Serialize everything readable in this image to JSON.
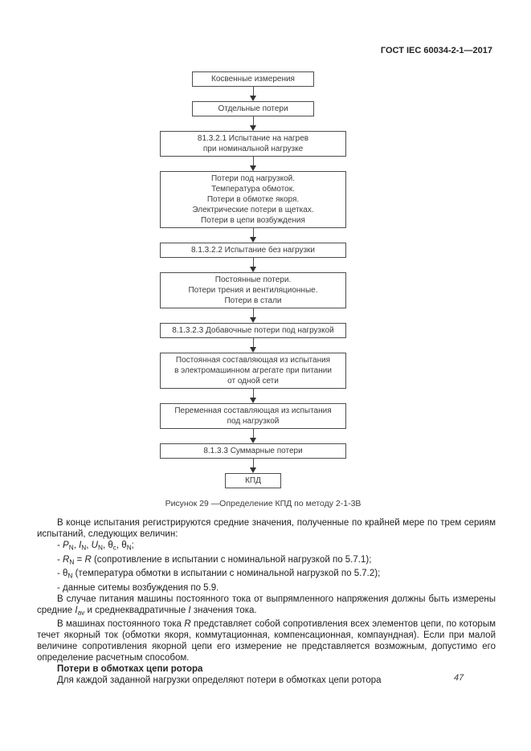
{
  "page": {
    "header": "ГОСТ IEC 60034-2-1—2017",
    "page_number": "47"
  },
  "flowchart": {
    "boxes": [
      {
        "style": "narrow",
        "lines": [
          "Косвенные измерения"
        ]
      },
      {
        "style": "narrow",
        "lines": [
          "Отдельные потери"
        ]
      },
      {
        "style": "wide",
        "lines": [
          "81.3.2.1 Испытание на нагрев",
          "при номинальной нагрузке"
        ]
      },
      {
        "style": "wide",
        "lines": [
          "Потери под нагрузкой.",
          "Температура обмоток.",
          "Потери в обмотке якоря.",
          "Электрические потери в щетках.",
          "Потери в цепи возбуждения"
        ]
      },
      {
        "style": "wide",
        "lines": [
          "8.1.3.2.2 Испытание без нагрузки"
        ]
      },
      {
        "style": "wide",
        "lines": [
          "Постоянные потери.",
          "Потери трения и вентиляционные.",
          "Потери в стали"
        ]
      },
      {
        "style": "wide",
        "lines": [
          "8.1.3.2.3 Добавочные потери под нагрузкой"
        ]
      },
      {
        "style": "wide",
        "lines": [
          "Постоянная составляющая из испытания",
          "в электромашинном агрегате при питании",
          "от одной сети"
        ]
      },
      {
        "style": "wide",
        "lines": [
          "Переменная составляющая из испытания",
          "под нагрузкой"
        ]
      },
      {
        "style": "wide",
        "lines": [
          "8.1.3.3 Суммарные потери"
        ]
      },
      {
        "style": "small",
        "lines": [
          "КПД"
        ]
      }
    ],
    "caption": "Рисунок 29 —Определение КПД по методу 2-1-3В"
  },
  "body": {
    "paragraphs": [
      {
        "bold": false,
        "segments": [
          {
            "t": "В конце испытания регистрируются средние значения, полученные по крайней мере по трем сериям испытаний, следующих величин:"
          }
        ]
      },
      {
        "bold": false,
        "segments": [
          {
            "t": "- "
          },
          {
            "t": "P",
            "i": true
          },
          {
            "t": "N",
            "sub": true
          },
          {
            "t": ", "
          },
          {
            "t": "I",
            "i": true
          },
          {
            "t": "N",
            "sub": true
          },
          {
            "t": ", "
          },
          {
            "t": "U",
            "i": true
          },
          {
            "t": "N",
            "sub": true
          },
          {
            "t": ", θ"
          },
          {
            "t": "c",
            "sub": true
          },
          {
            "t": ", θ"
          },
          {
            "t": "N",
            "sub": true
          },
          {
            "t": ";"
          }
        ]
      },
      {
        "bold": false,
        "segments": [
          {
            "t": "- "
          },
          {
            "t": "R",
            "i": true
          },
          {
            "t": "N",
            "sub": true
          },
          {
            "t": " = "
          },
          {
            "t": "R",
            "i": true
          },
          {
            "t": " (сопротивление в испытании с номинальной нагрузкой по 5.7.1);"
          }
        ]
      },
      {
        "bold": false,
        "segments": [
          {
            "t": "- θ"
          },
          {
            "t": "N",
            "sub": true
          },
          {
            "t": " (температура обмотки в испытании с номинальной нагрузкой по 5.7.2);"
          }
        ]
      },
      {
        "bold": false,
        "segments": [
          {
            "t": "- данные ситемы возбуждения по 5.9."
          }
        ]
      },
      {
        "bold": false,
        "segments": [
          {
            "t": "В случае питания машины постоянного тока от выпрямленного напряжения должны быть измерены средние "
          },
          {
            "t": "I",
            "i": true
          },
          {
            "t": "av",
            "sub": true
          },
          {
            "t": " и среднеквадратичные "
          },
          {
            "t": "I",
            "i": true
          },
          {
            "t": " значения тока."
          }
        ]
      },
      {
        "bold": false,
        "segments": [
          {
            "t": "В машинах постоянного тока "
          },
          {
            "t": "R",
            "i": true
          },
          {
            "t": " представляет собой сопротивления всех элементов цепи, по которым течет якорный ток (обмотки якоря, коммутационная, компенсационная, компаундная). Если при малой величине сопротивления якорной цепи его измерение не представляется возможным, допустимо его определение расчетным способом."
          }
        ]
      },
      {
        "bold": true,
        "segments": [
          {
            "t": "Потери в обмотках цепи ротора"
          }
        ]
      },
      {
        "bold": false,
        "segments": [
          {
            "t": "Для каждой заданной нагрузки определяют потери в обмотках цепи ротора"
          }
        ]
      }
    ]
  }
}
